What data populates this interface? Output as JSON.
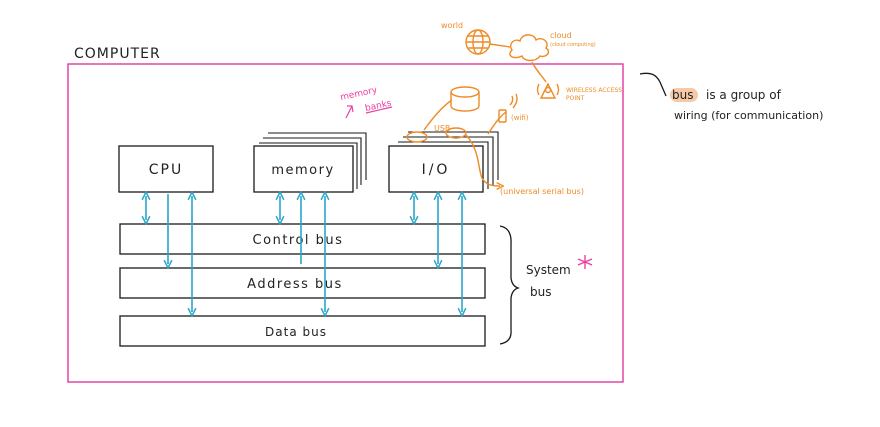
{
  "diagram": {
    "title": "COMPUTER",
    "components": {
      "cpu": "CPU",
      "memory": "memory",
      "io": "I/O"
    },
    "memory_note": {
      "line1": "memory",
      "line2": "banks"
    },
    "buses": {
      "control": "Control bus",
      "address": "Address bus",
      "data": "Data bus"
    },
    "system_bus": {
      "line1": "System",
      "line2": "bus"
    },
    "io_devices": {
      "usb": "USB",
      "usb_full": "(universal serial bus)",
      "wifi": "(wifi)",
      "world": "world",
      "cloud": "cloud",
      "cloud_sub": "(cloud computing)",
      "wireless_line1": "WIRELESS ACCESS",
      "wireless_line2": "POINT"
    },
    "definition": {
      "line1_highlight": "bus",
      "line1_rest": "is a group of",
      "line2": "wiring (for communication)"
    },
    "colors": {
      "frame": "#e0399e",
      "arrows": "#2aa7c9",
      "io_sketch": "#f08a24",
      "highlight": "#f6c9a8"
    }
  }
}
